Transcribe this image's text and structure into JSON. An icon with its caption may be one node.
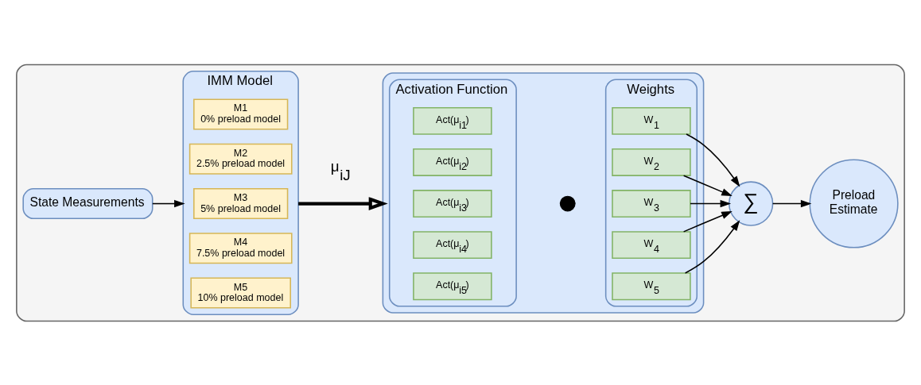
{
  "diagram": {
    "nodes": [
      {
        "text": [],
        "shape": "box"
      },
      {
        "text": [
          "State Measurements"
        ],
        "in": 0
      },
      {
        "text": [
          "IMM Model"
        ],
        "in": 0
      },
      {
        "text": [
          "M1",
          "0% preload model"
        ],
        "in": 2
      },
      {
        "text": [
          "M2",
          "2.5% preload model"
        ],
        "in": 2
      },
      {
        "text": [
          "M3",
          "5% preload model"
        ],
        "in": 2
      },
      {
        "text": [
          "M4",
          "7.5% preload model"
        ],
        "in": 2
      },
      {
        "text": [
          "M5",
          "10% preload model"
        ],
        "in": 2
      },
      {
        "text": [],
        "shape": "box",
        "in": 0
      },
      {
        "text": [
          "Activation Function"
        ],
        "in": 8
      },
      {
        "text": [
          "Act(μ$_{i1}$)"
        ],
        "in": 9
      },
      {
        "text": [
          "Act(μ$_{i2}$)"
        ],
        "in": 9
      },
      {
        "text": [
          "Act(μ$_{i3}$)"
        ],
        "in": 9
      },
      {
        "text": [
          "Act(μ$_{i4}$)"
        ],
        "in": 9
      },
      {
        "text": [
          "Act(μ$_{i5}$)"
        ],
        "in": 9
      },
      {
        "text": [],
        "shape": "circle",
        "in": 8
      },
      {
        "text": [
          "Weights"
        ],
        "in": 8
      },
      {
        "text": [
          "W$_{1}$"
        ],
        "in": 16
      },
      {
        "text": [
          "W$_{2}$"
        ],
        "in": 16
      },
      {
        "text": [
          "W$_{3}$"
        ],
        "in": 16
      },
      {
        "text": [
          "W$_{4}$"
        ],
        "in": 16
      },
      {
        "text": [
          "W$_{5}$"
        ],
        "in": 16
      },
      {
        "text": [
          "∑"
        ],
        "in": 0
      },
      {
        "text": [
          "Preload Estimate"
        ],
        "in": 0
      }
    ],
    "edges": [
      {
        "from": 1,
        "to": 2,
        "arrow": "to"
      },
      {
        "from": 2,
        "to": 8,
        "arrow": "to",
        "label": "μ$_{iJ}$",
        "style": "thick"
      },
      {
        "from": 17,
        "to": 22,
        "arrow": "to"
      },
      {
        "from": 18,
        "to": 22,
        "arrow": "to"
      },
      {
        "from": 19,
        "to": 22,
        "arrow": "to"
      },
      {
        "from": 20,
        "to": 22,
        "arrow": "to"
      },
      {
        "from": 21,
        "to": 22,
        "arrow": "to"
      },
      {
        "from": 22,
        "to": 23,
        "arrow": "to"
      }
    ]
  }
}
